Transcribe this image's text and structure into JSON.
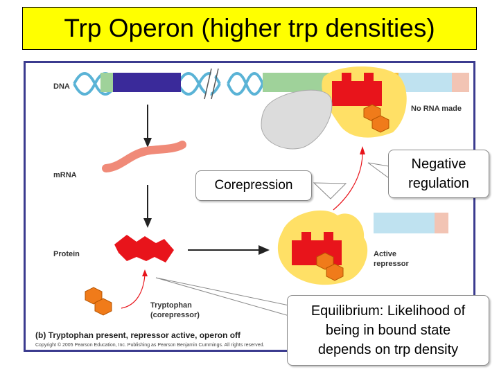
{
  "title": "Trp Operon (higher trp densities)",
  "figure": {
    "labels": {
      "dna": "DNA",
      "mrna": "mRNA",
      "protein": "Protein",
      "no_rna": "No RNA made",
      "active_repressor_1": "Active",
      "active_repressor_2": "repressor",
      "tryptophan_1": "Tryptophan",
      "tryptophan_2": "(corepressor)"
    },
    "caption": "(b) Tryptophan present, repressor active, operon off",
    "copyright": "Copyright © 2005 Pearson Education, Inc. Publishing as Pearson Benjamin Cummings. All rights reserved."
  },
  "callouts": {
    "corepression": "Corepression",
    "negative_regulation_1": "Negative",
    "negative_regulation_2": "regulation",
    "equilibrium_1": "Equilibrium: Likelihood of",
    "equilibrium_2": "being in bound state",
    "equilibrium_3": "depends on trp density"
  },
  "colors": {
    "title_bg": "#ffff00",
    "frame": "#3b3b8f",
    "repressor": "#e8141b",
    "tryptophan": "#f07b1a",
    "glow": "#ffe066",
    "mrna": "#f08a78"
  }
}
